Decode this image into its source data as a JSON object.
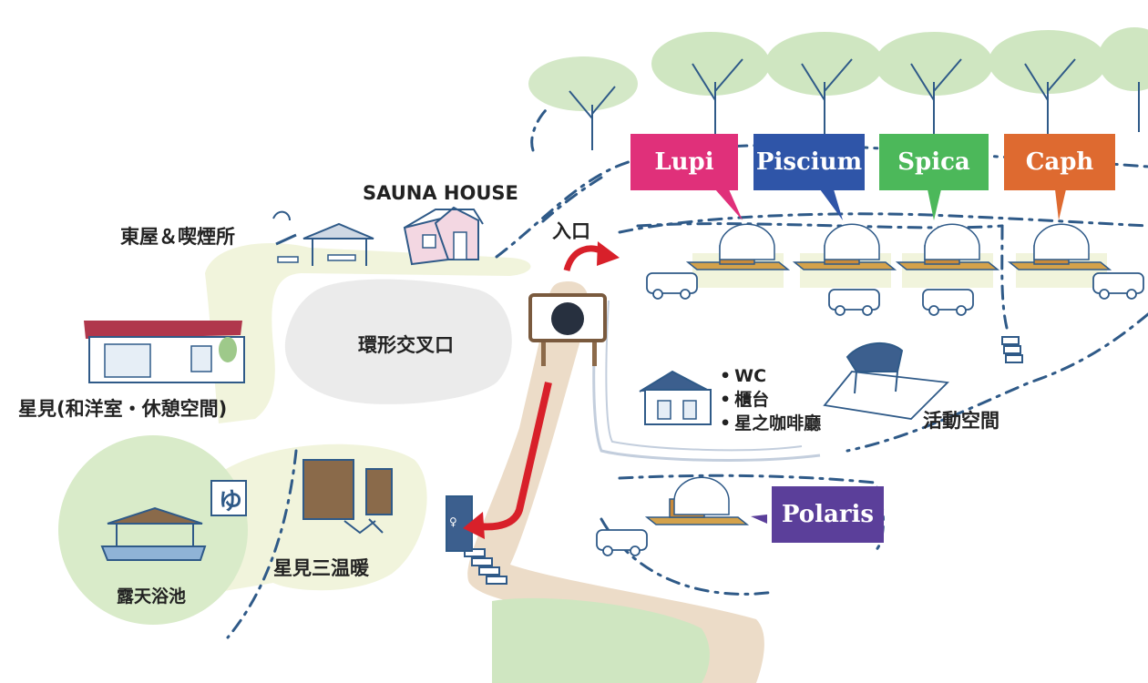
{
  "labels": {
    "sauna_house": "SAUNA HOUSE",
    "azumaya": "東屋＆喫煙所",
    "entrance": "入口",
    "roundabout": "環形交叉口",
    "hoshimi": "星見(和洋室・休憩空間)",
    "activity_space": "活動空間",
    "onsen": "露天浴池",
    "three_warm": "星見三温暖"
  },
  "facilities": [
    "WC",
    "櫃台",
    "星之咖啡廳"
  ],
  "dome_signs": [
    {
      "name": "Lupi",
      "color": "#e0307a"
    },
    {
      "name": "Piscium",
      "color": "#2f55a8"
    },
    {
      "name": "Spica",
      "color": "#4cb85a"
    },
    {
      "name": "Caph",
      "color": "#de6a30"
    },
    {
      "name": "Polaris",
      "color": "#5b3f9a"
    }
  ],
  "icons": {
    "noren_char": "ゆ",
    "wc_door": "♀"
  },
  "colors": {
    "road": "#ecdcc8",
    "path_area": "#f1f4dc",
    "tree_green": "#cfe6c1",
    "line_blue": "#2f5a88",
    "arrow_red": "#d8202a"
  }
}
